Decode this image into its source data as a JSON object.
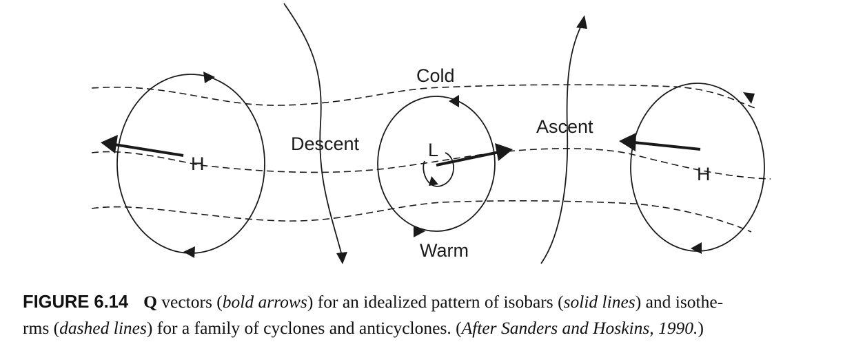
{
  "diagram": {
    "labels": {
      "cold": "Cold",
      "warm": "Warm",
      "descent": "Descent",
      "ascent": "Ascent",
      "high_left": "H",
      "low_center": "L",
      "high_right": "H"
    },
    "colors": {
      "isobar": "#1a1a1a",
      "isotherm": "#1a1a1a",
      "q_vector": "#1a1a1a"
    }
  },
  "caption": {
    "figure_label": "FIGURE 6.14",
    "lead": "Q",
    "text_1": " vectors (",
    "italic_1": "bold arrows",
    "text_2": ") for an idealized pattern of isobars (",
    "italic_2": "solid lines",
    "text_3": ") and isothe-",
    "text_4": "rms (",
    "italic_3": "dashed lines",
    "text_5": ") for a family of cyclones and anticyclones.  (",
    "italic_4": "After Sanders and Hoskins, 1990.",
    "text_6": ")"
  }
}
